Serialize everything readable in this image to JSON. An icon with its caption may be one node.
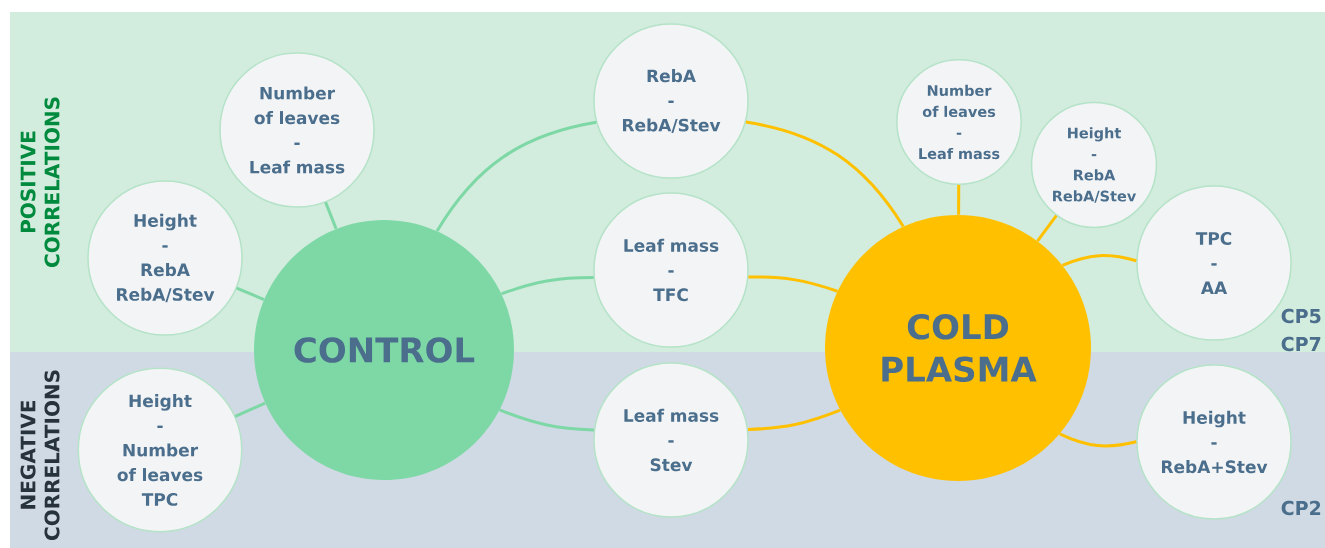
{
  "diagram": {
    "nodes": [
      {
        "text": [
          "CONTROL"
        ]
      },
      {
        "text": [
          "COLD PLASMA"
        ]
      },
      {
        "text": [
          "Number of leaves",
          "-",
          "Leaf mass"
        ]
      },
      {
        "text": [
          "Height",
          "-",
          "RebA",
          "RebA/Stev"
        ]
      },
      {
        "text": [
          "Height",
          "-",
          "Number of leaves",
          "TPC"
        ]
      },
      {
        "text": [
          "RebA",
          "-",
          "RebA/Stev"
        ]
      },
      {
        "text": [
          "Leaf mass",
          "-",
          "TFC"
        ]
      },
      {
        "text": [
          "Leaf mass",
          "-",
          "Stev"
        ]
      },
      {
        "text": [
          "Number of leaves",
          "-",
          "Leaf mass"
        ]
      },
      {
        "text": [
          "Height",
          "-",
          "RebA",
          "RebA/Stev"
        ]
      },
      {
        "text": [
          "TPC",
          "-",
          "AA"
        ]
      },
      {
        "text": [
          "Height",
          "-",
          "RebA+Stev"
        ]
      }
    ],
    "edges": [
      {
        "from": 0,
        "to": 2,
        "arrow": "none",
        "color": "#7dd8a6"
      },
      {
        "from": 0,
        "to": 3,
        "arrow": "none",
        "color": "#7dd8a6"
      },
      {
        "from": 0,
        "to": 4,
        "arrow": "none",
        "color": "#7dd8a6"
      },
      {
        "from": 0,
        "to": 5,
        "arrow": "none",
        "color": "#7dd8a6"
      },
      {
        "from": 0,
        "to": 6,
        "arrow": "none",
        "color": "#7dd8a6"
      },
      {
        "from": 0,
        "to": 7,
        "arrow": "none",
        "color": "#7dd8a6"
      },
      {
        "from": 1,
        "to": 5,
        "arrow": "none"
      },
      {
        "from": 1,
        "to": 6,
        "arrow": "none"
      },
      {
        "from": 1,
        "to": 7,
        "arrow": "none"
      },
      {
        "from": 1,
        "to": 8,
        "arrow": "none"
      },
      {
        "from": 1,
        "to": 9,
        "arrow": "none"
      },
      {
        "from": 1,
        "to": 10,
        "arrow": "none"
      },
      {
        "from": 1,
        "to": 11,
        "arrow": "none"
      }
    ],
    "labels": [
      "POSITIVE CORRELATIONS",
      "NEGATIVE CORRELATIONS",
      "CP5",
      "CP7",
      "CP2"
    ]
  }
}
